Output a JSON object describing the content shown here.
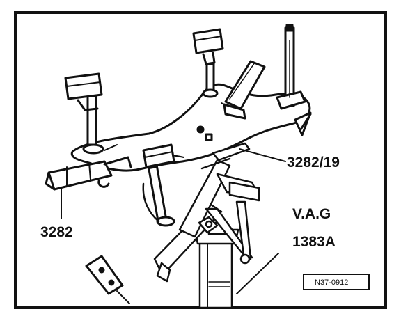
{
  "figure": {
    "labels": {
      "tool_3282": "3282",
      "adapter_3282_19": "3282/19",
      "jack_line1": "V.A.G",
      "jack_line2": "1383A"
    },
    "reference_code": "N37-0912",
    "ink_color": "#111111",
    "paper_color": "#ffffff"
  }
}
